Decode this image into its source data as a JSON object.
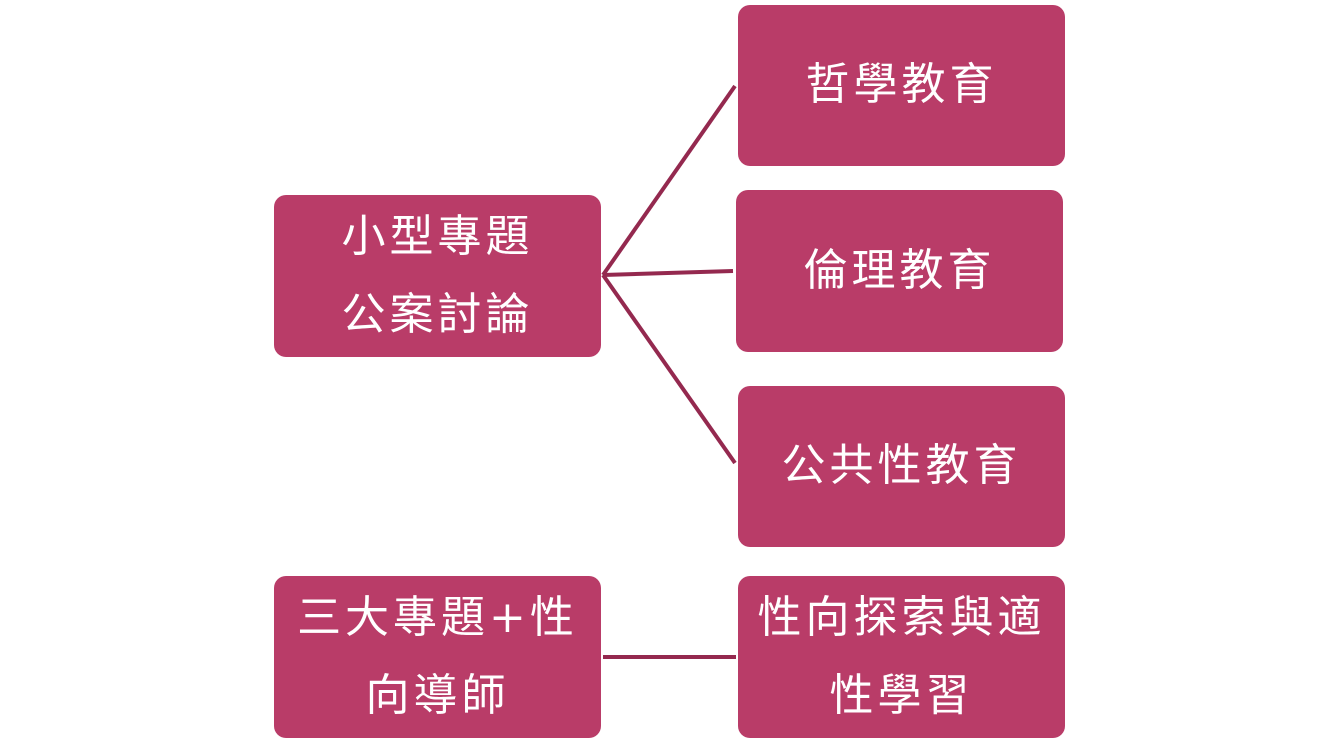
{
  "colors": {
    "box": "#b93c68",
    "connector": "#94294f",
    "text": "#ffffff"
  },
  "nodes": {
    "topic_discussion": {
      "lines": [
        "小型專題",
        "公案討論"
      ]
    },
    "philosophy": {
      "label": "哲學教育"
    },
    "ethics": {
      "label": "倫理教育"
    },
    "publicness": {
      "label": "公共性教育"
    },
    "mentor": {
      "label": "三大專題+性向導師"
    },
    "aptitude": {
      "label": "性向探索與適性學習"
    }
  }
}
